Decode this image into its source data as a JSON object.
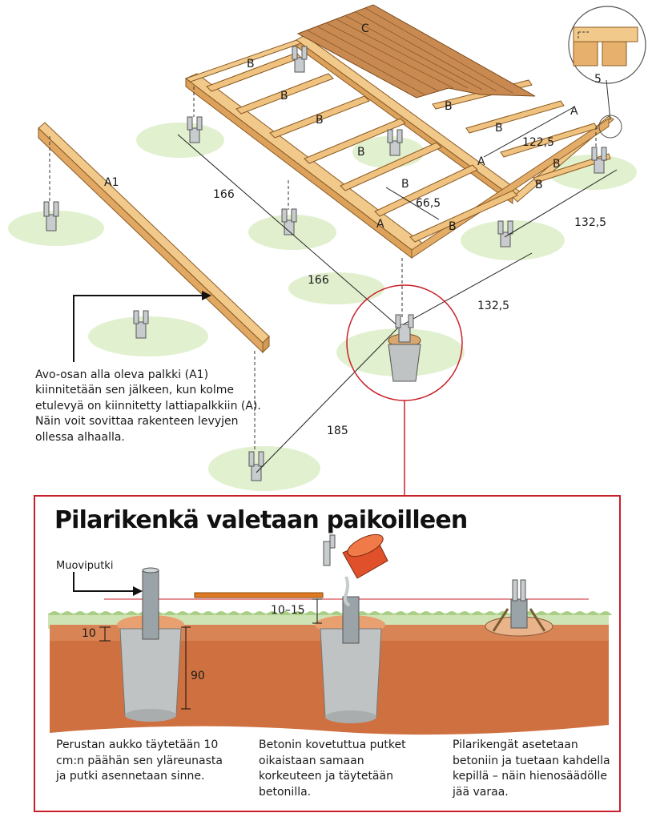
{
  "labels": {
    "c": "C",
    "a": "A",
    "a1": "A1",
    "b": "B"
  },
  "dimensions": {
    "d166_top": "166",
    "d166_bottom": "166",
    "d66_5": "66,5",
    "d122_5": "122,5",
    "d132_5_top": "132,5",
    "d132_5_bottom": "132,5",
    "d185": "185",
    "d5": "5",
    "d10": "10",
    "d10_15": "10–15",
    "d90": "90"
  },
  "callout": {
    "text": "Avo-osan alla oleva palkki (A1) kiinnitetään sen jälkeen, kun kolme etulevyä on kiinnitetty lattiapalkkiin (A). Näin voit sovittaa rakenteen levyjen ollessa alhaalla."
  },
  "panel": {
    "title": "Pilarikenkä valetaan paikoilleen",
    "pipe_label": "Muoviputki",
    "step1": "Perustan aukko täytetään 10 cm:n päähän sen yläreunasta ja putki asennetaan sinne.",
    "step2": "Betonin kovetuttua putket oikaistaan samaan korkeuteen ja täytetään betonilla.",
    "step3": "Pilarikengät asetetaan betoniin ja tuetaan kahdella kepillä – näin hienosäädölle jää varaa."
  },
  "colors": {
    "wood": "#e6b46e",
    "wood_edge": "#8a5a22",
    "deck": "#c98a52",
    "grass": "#d9ecc2",
    "soil": "#cf7040",
    "concrete": "#bfc3c3",
    "accent_red": "#c8202a",
    "level_orange": "#e07a20"
  }
}
